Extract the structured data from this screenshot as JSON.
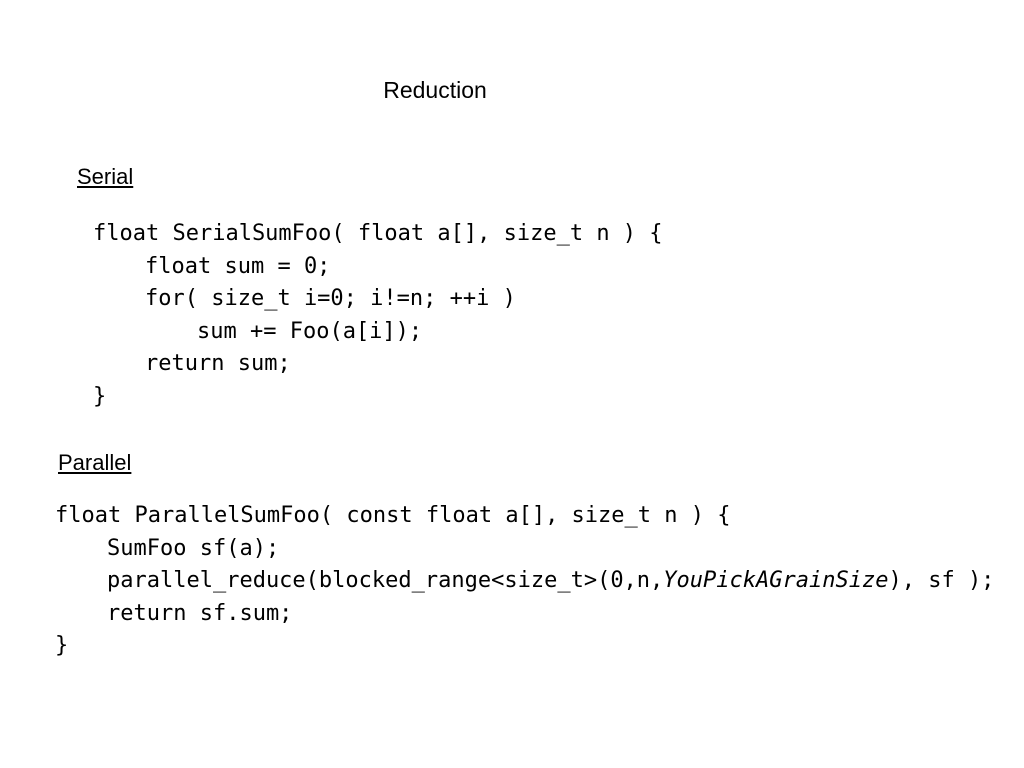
{
  "slide": {
    "title": "Reduction"
  },
  "serial": {
    "heading": "Serial",
    "lines": [
      "float SerialSumFoo( float a[], size_t n ) {",
      "float sum = 0;",
      "for( size_t i=0; i!=n; ++i )",
      "sum += Foo(a[i]);",
      "return sum;",
      "}"
    ]
  },
  "parallel": {
    "heading": "Parallel",
    "lines": [
      "float ParallelSumFoo( const float a[], size_t n ) {",
      "SumFoo sf(a);",
      {
        "before": "parallel_reduce(blocked_range<size_t>(0,n,",
        "italic": "YouPickAGrainSize",
        "after": "), sf );"
      },
      "return sf.sum;",
      "}"
    ]
  }
}
